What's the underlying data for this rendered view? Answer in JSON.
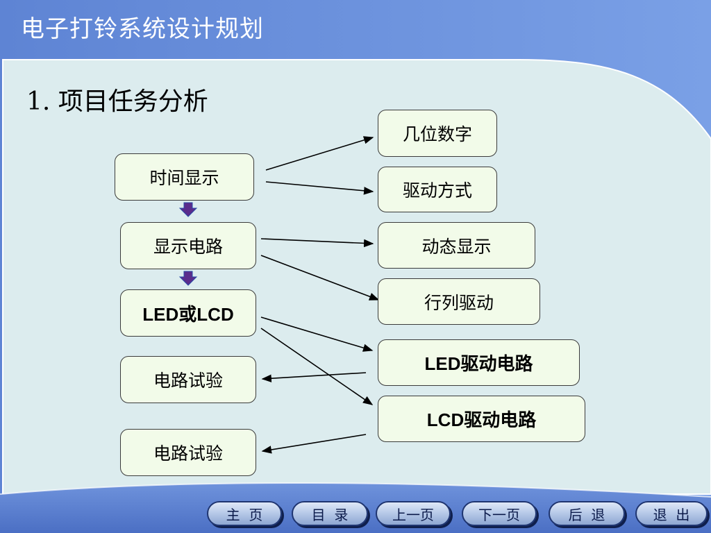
{
  "header": {
    "title": "电子打铃系统设计规划"
  },
  "section": {
    "title": "1. 项目任务分析"
  },
  "left_boxes": [
    "时间显示",
    "显示电路",
    "LED或LCD",
    "电路试验",
    "电路试验"
  ],
  "right_boxes": [
    "几位数字",
    "驱动方式",
    "动态显示",
    "行列驱动",
    "LED驱动电路",
    "LCD驱动电路"
  ],
  "nav": [
    "主  页",
    "目  录",
    "上一页",
    "下一页",
    "后  退",
    "退  出"
  ],
  "colors": {
    "header_blue": "#6a8fd8",
    "panel": "#dcecee",
    "box_fill": "#f2fbe9",
    "down_arrow": "#5a2c8c"
  }
}
